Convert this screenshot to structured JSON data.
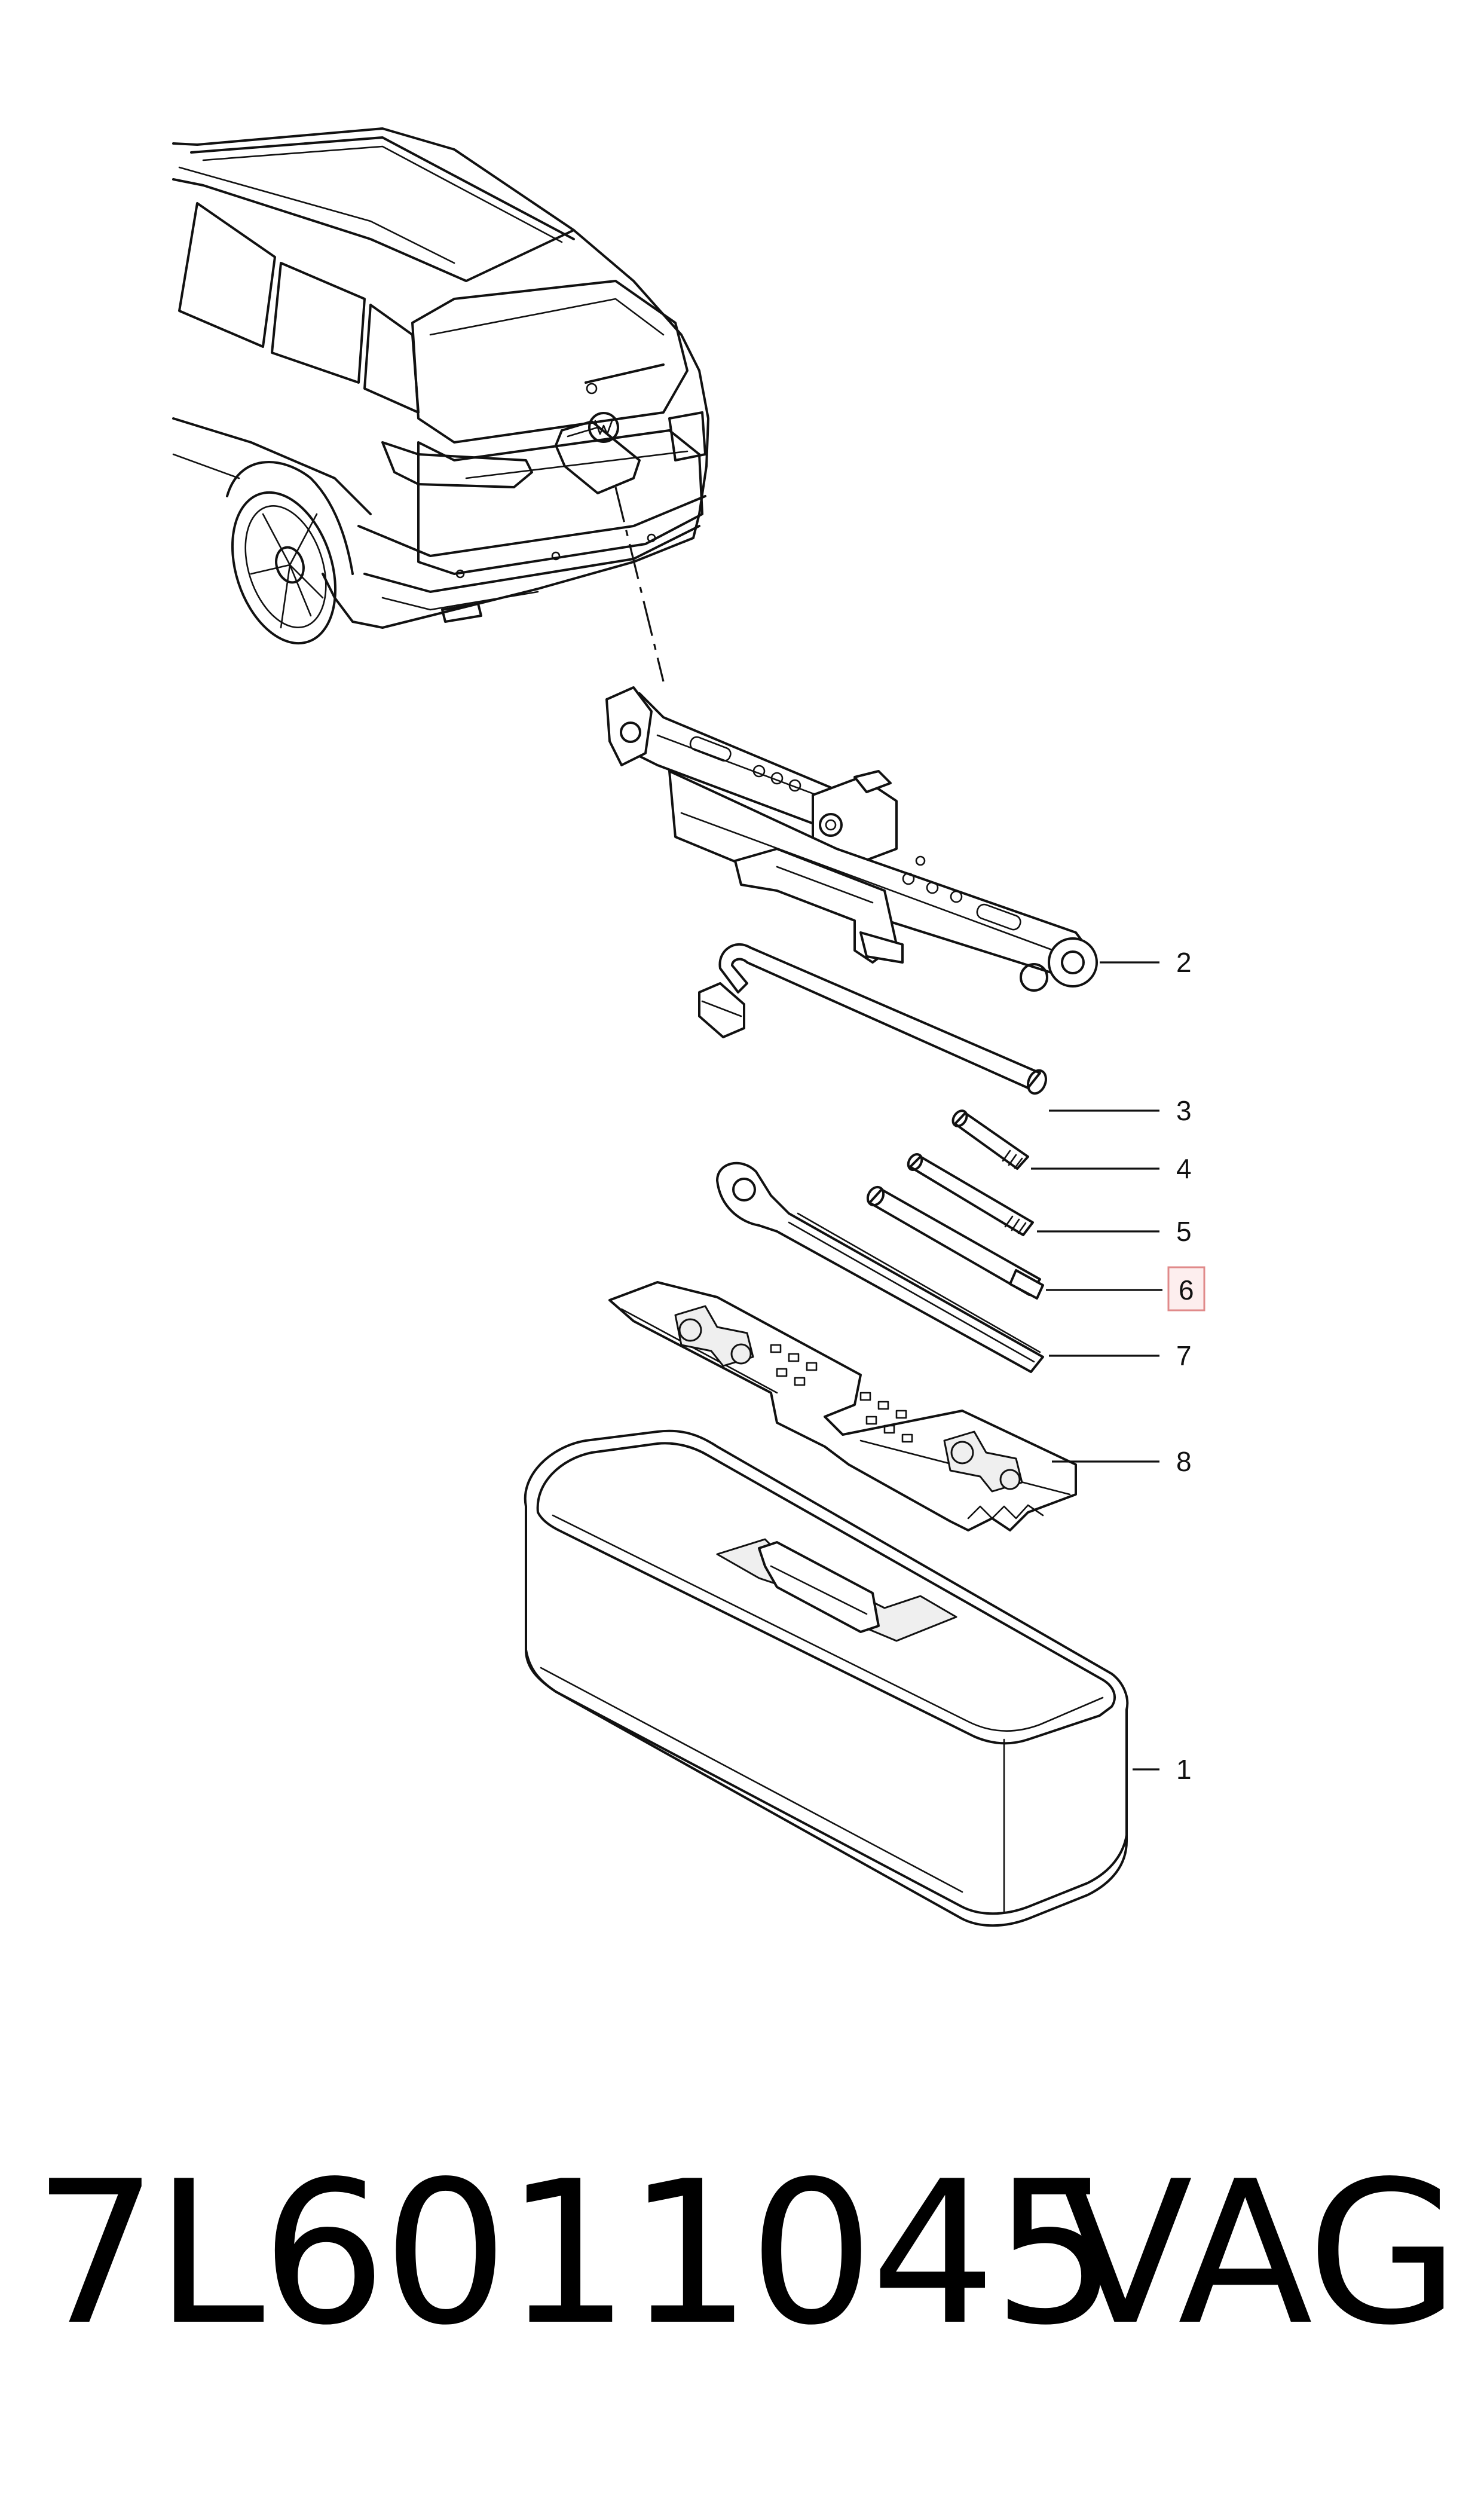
{
  "callouts": {
    "c1": "1",
    "c2": "2",
    "c3": "3",
    "c4": "4",
    "c5": "5",
    "c6": "6",
    "c7": "7",
    "c8": "8"
  },
  "highlighted_callout": "6",
  "footer": {
    "part_number": "7L6011045",
    "brand": "VAG"
  }
}
